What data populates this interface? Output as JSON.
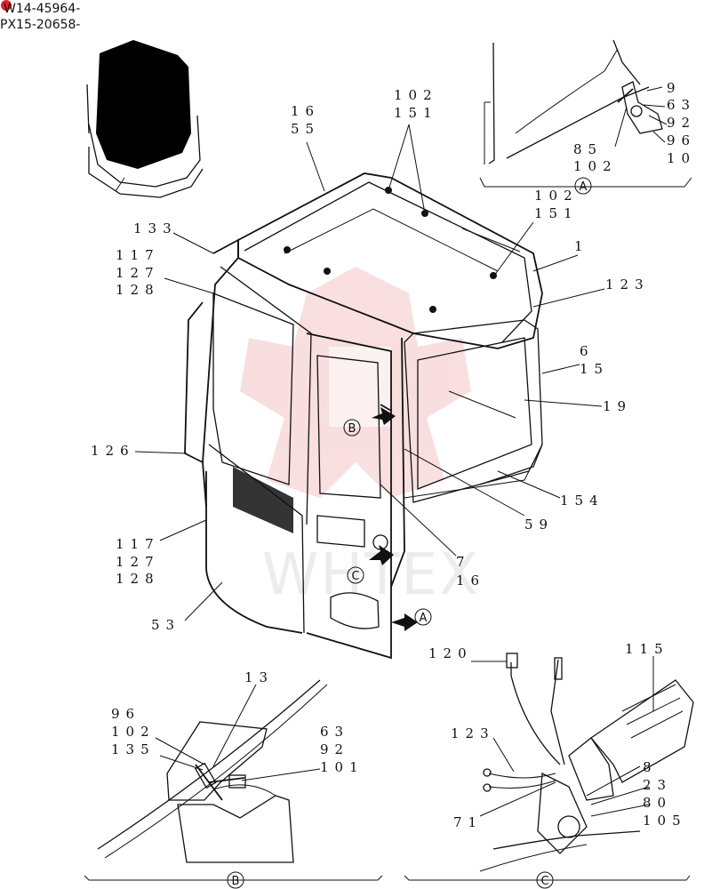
{
  "header": {
    "serial_1": "W14-45964-",
    "serial_2": "PX15-20658-"
  },
  "watermark": {
    "text": "WHTEX"
  },
  "callouts": {
    "A": "A",
    "B": "B",
    "C": "C"
  },
  "main_view": {
    "lbl_16": "16",
    "lbl_55": "55",
    "lbl_102_top": "102",
    "lbl_151_top": "151",
    "lbl_102_mid": "102",
    "lbl_151_mid": "151",
    "lbl_1": "1",
    "lbl_133": "133",
    "lbl_117_a": "117",
    "lbl_127_a": "127",
    "lbl_128_a": "128",
    "lbl_123": "123",
    "lbl_6": "6",
    "lbl_15": "15",
    "lbl_19": "19",
    "lbl_126": "126",
    "lbl_154": "154",
    "lbl_59": "59",
    "lbl_117_b": "117",
    "lbl_127_b": "127",
    "lbl_128_b": "128",
    "lbl_7": "7",
    "lbl_16_b": "16",
    "lbl_53": "53"
  },
  "detail_a": {
    "lbl_9": "9",
    "lbl_63": "63",
    "lbl_92": "92",
    "lbl_96": "96",
    "lbl_10": "10",
    "lbl_85": "85",
    "lbl_102": "102"
  },
  "detail_b": {
    "lbl_13": "13",
    "lbl_96": "96",
    "lbl_102": "102",
    "lbl_135": "135",
    "lbl_63": "63",
    "lbl_92": "92",
    "lbl_101": "101"
  },
  "detail_c": {
    "lbl_120": "120",
    "lbl_115": "115",
    "lbl_123": "123",
    "lbl_8": "8",
    "lbl_23": "23",
    "lbl_80": "80",
    "lbl_105": "105",
    "lbl_71": "71"
  },
  "colors": {
    "marker_red": "#e0202a",
    "watermark_pink": "#f4c4c4",
    "ink": "#111111"
  }
}
